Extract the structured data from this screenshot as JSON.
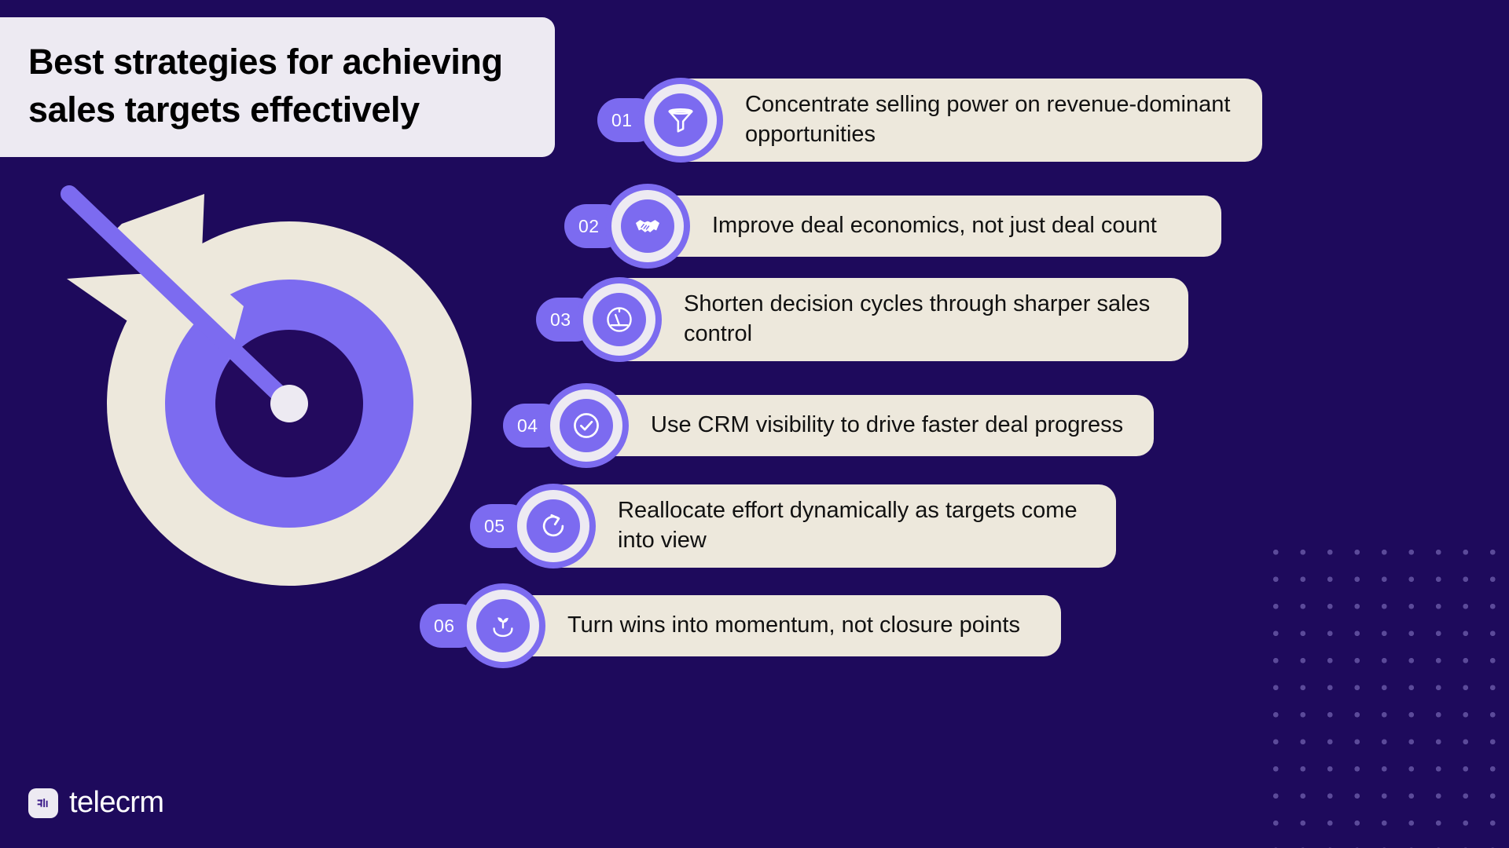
{
  "background_color": "#1E0A5C",
  "accent_color": "#7C6BF0",
  "card_color": "#EDE8DC",
  "title_card_color": "#EDEAF2",
  "header": {
    "title_line_1": "Best strategies for achieving",
    "title_line_2": "sales targets effectively"
  },
  "illustration": {
    "name": "target-with-arrow",
    "outer_ring_color": "#EDE8DC",
    "mid_ring_color": "#7C6BF0",
    "bullseye_color": "#230A5E",
    "center_dot_color": "#EDEAF2",
    "arrow_color": "#7C6BF0",
    "fletching_color": "#EDE8DC"
  },
  "strategies": [
    {
      "number": "01",
      "icon": "funnel-icon",
      "text": "Concentrate selling power on revenue-dominant opportunities"
    },
    {
      "number": "02",
      "icon": "handshake-icon",
      "text": "Improve deal economics, not just deal count"
    },
    {
      "number": "03",
      "icon": "speedometer-icon",
      "text": "Shorten decision cycles through sharper sales control"
    },
    {
      "number": "04",
      "icon": "check-circle-icon",
      "text": "Use CRM visibility to drive faster deal progress"
    },
    {
      "number": "05",
      "icon": "refresh-rotate-icon",
      "text": "Reallocate effort dynamically as targets come into view"
    },
    {
      "number": "06",
      "icon": "sprout-in-hand-icon",
      "text": "Turn wins into momentum, not closure points"
    }
  ],
  "logo": {
    "wordmark": "telecrm",
    "mark_icon": "telecrm-mark-icon"
  }
}
